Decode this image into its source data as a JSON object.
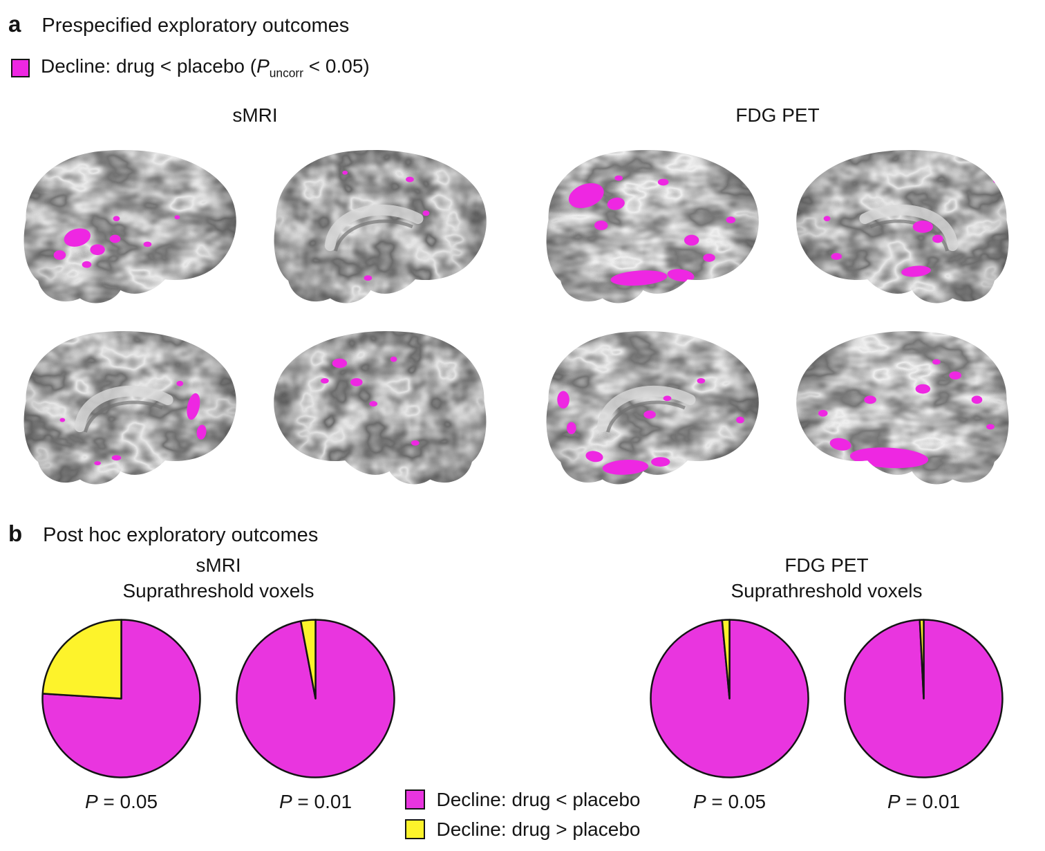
{
  "colors": {
    "magenta": "#ee27e2",
    "pie_magenta": "#e935df",
    "yellow": "#fdf32b"
  },
  "panel_a": {
    "letter": "a",
    "title": "Prespecified exploratory outcomes",
    "legend": {
      "prefix": "Decline: drug < placebo (",
      "p": "P",
      "sub": "uncorr",
      "suffix": " < 0.05)",
      "color": "#ee27e2"
    },
    "modalities": [
      {
        "label": "sMRI"
      },
      {
        "label": "FDG PET"
      }
    ]
  },
  "panel_b": {
    "letter": "b",
    "title": "Post hoc exploratory outcomes",
    "groups": [
      {
        "title": "sMRI",
        "subtitle": "Suprathreshold voxels"
      },
      {
        "title": "FDG PET",
        "subtitle": "Suprathreshold voxels"
      }
    ],
    "legend": [
      {
        "label": "Decline: drug < placebo",
        "color": "#e935df"
      },
      {
        "label": "Decline: drug > placebo",
        "color": "#fdf32b"
      }
    ]
  },
  "chart_data": [
    {
      "type": "pie",
      "group": "sMRI",
      "title": "sMRI Suprathreshold voxels",
      "label_p": "P",
      "label_rest": " = 0.05",
      "slices": [
        {
          "name": "Decline: drug < placebo",
          "value": 76,
          "color": "#e935df"
        },
        {
          "name": "Decline: drug > placebo",
          "value": 24,
          "color": "#fdf32b"
        }
      ]
    },
    {
      "type": "pie",
      "group": "sMRI",
      "title": "sMRI Suprathreshold voxels",
      "label_p": "P",
      "label_rest": " = 0.01",
      "slices": [
        {
          "name": "Decline: drug < placebo",
          "value": 97,
          "color": "#e935df"
        },
        {
          "name": "Decline: drug > placebo",
          "value": 3,
          "color": "#fdf32b"
        }
      ]
    },
    {
      "type": "pie",
      "group": "FDG PET",
      "title": "FDG PET Suprathreshold voxels",
      "label_p": "P",
      "label_rest": " = 0.05",
      "slices": [
        {
          "name": "Decline: drug < placebo",
          "value": 98.5,
          "color": "#e935df"
        },
        {
          "name": "Decline: drug > placebo",
          "value": 1.5,
          "color": "#fdf32b"
        }
      ]
    },
    {
      "type": "pie",
      "group": "FDG PET",
      "title": "FDG PET Suprathreshold voxels",
      "label_p": "P",
      "label_rest": " = 0.01",
      "slices": [
        {
          "name": "Decline: drug < placebo",
          "value": 99.2,
          "color": "#e935df"
        },
        {
          "name": "Decline: drug > placebo",
          "value": 0.8,
          "color": "#fdf32b"
        }
      ]
    }
  ]
}
